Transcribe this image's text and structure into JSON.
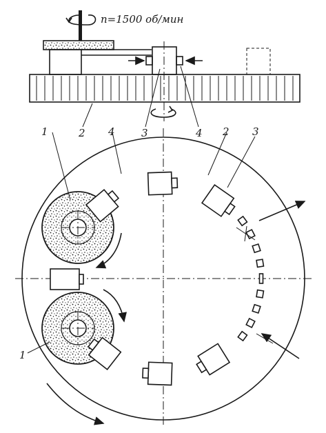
{
  "speed_text": "n=1500 об/мин",
  "labels": {
    "top_2": "2",
    "top_3": "3",
    "top_4": "4",
    "left_1_top": "1",
    "left_4": "4",
    "right_2": "2",
    "right_3": "3",
    "left_1_bottom": "1"
  },
  "colors": {
    "ink": "#1a1a1a",
    "paper": "#ffffff"
  }
}
